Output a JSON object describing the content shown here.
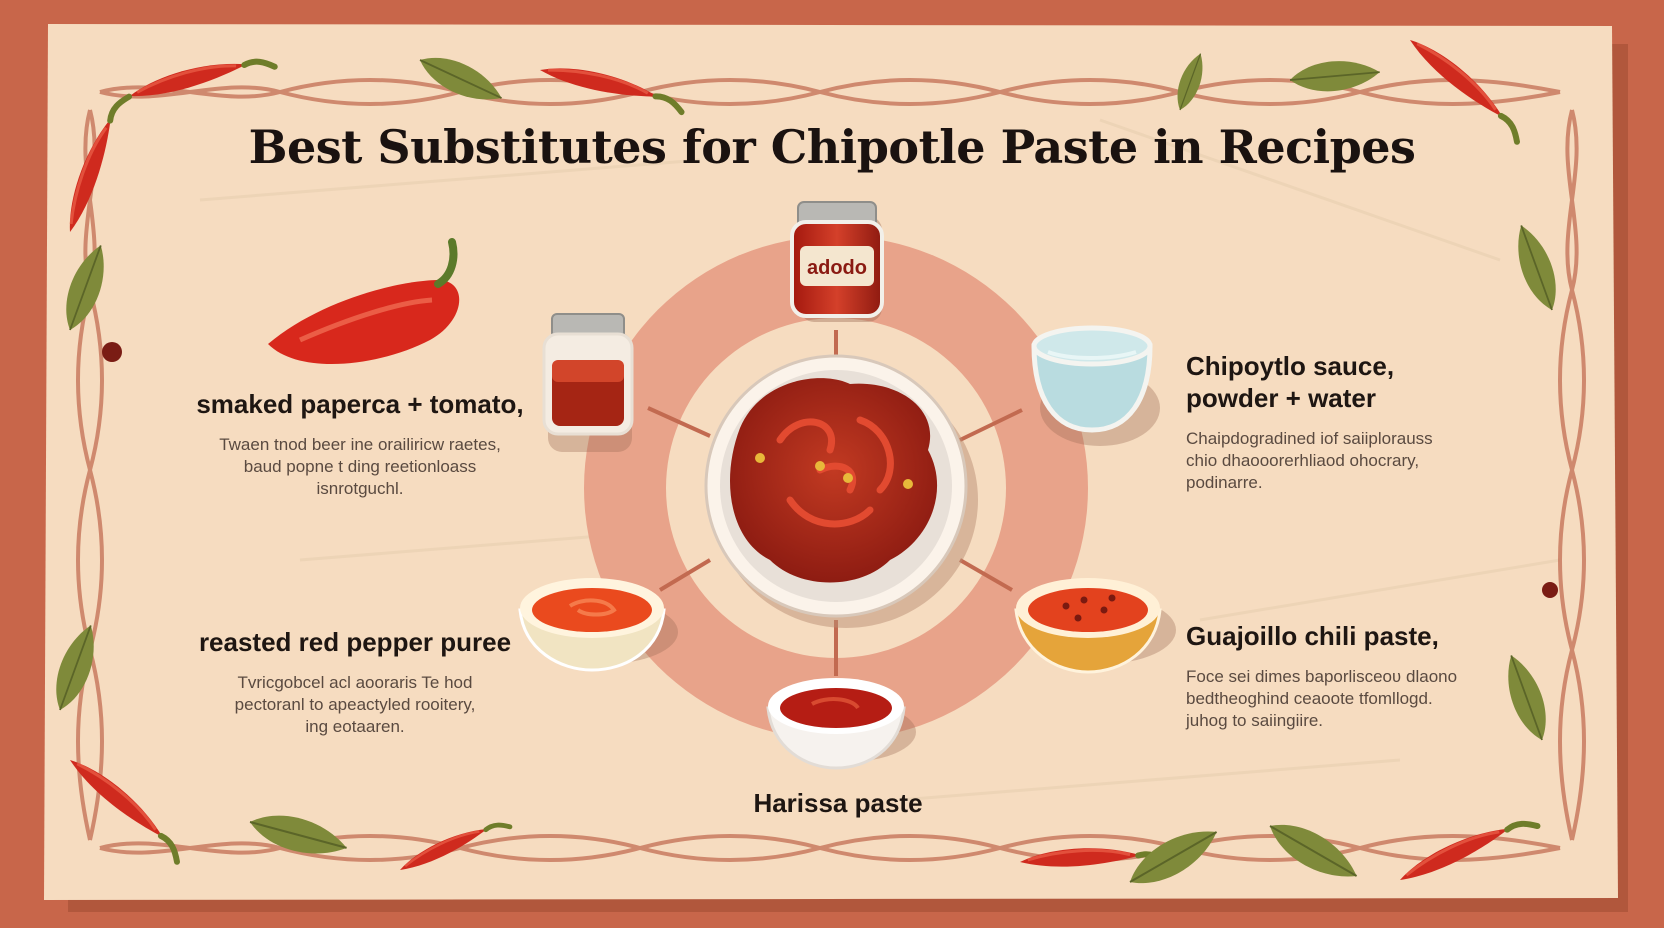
{
  "title": "Best Substitutes for Chipotle Paste in Recipes",
  "center": {
    "jar_label": "adodo"
  },
  "substitutes": [
    {
      "name": "smaked paperca + tomato,",
      "desc": "Twaen tnod beer ine orailiricw raetes,\nbaud popne t ding reetionloass\nisnrotguchl."
    },
    {
      "name": "reasted red pepper puree",
      "desc": "Tvricgobcel acl aooraris Te hod\npectoranl to apeactyled rooitery,\ning eotaaren."
    },
    {
      "name": "Chipoytlo sauce,\npowder + water",
      "desc": "Chaipdoɡradined iof saiiplorauss\nchio dhaooorerhliaod ohocrary,\npodinarre."
    },
    {
      "name": "Guajoillo chili paste,",
      "desc": "Foce sei dimes baporlisceoʋ dlaono\nbedtheoghind ceaoote tfomllogd.\njuhog to saiingiire."
    },
    {
      "name": "Harissa paste",
      "desc": ""
    }
  ],
  "colors": {
    "background": "#c8664a",
    "parchment": "#f6dcc0",
    "chili": "#cf2a1e",
    "leaf": "#7f8a3a"
  }
}
